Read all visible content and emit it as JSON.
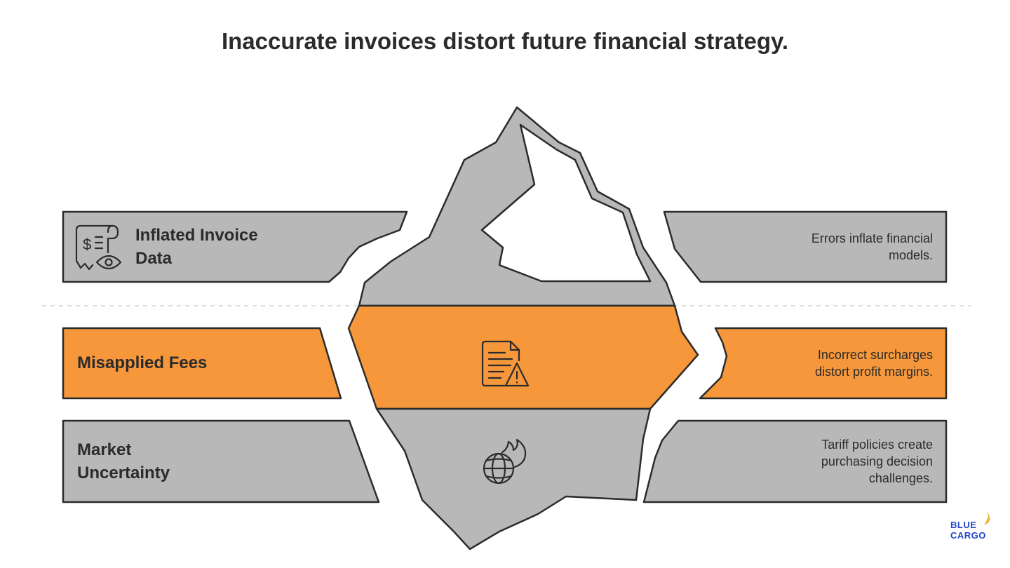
{
  "title": "Inaccurate invoices distort future financial strategy.",
  "colors": {
    "gray": "#b8b8b8",
    "orange": "#f5973a",
    "stroke": "#2b2b2b",
    "brand": "#2246c8",
    "brand_accent": "#f0b33c"
  },
  "layers": [
    {
      "label_lines": [
        "Inflated Invoice",
        "Data"
      ],
      "description_lines": [
        "Errors inflate financial",
        "models."
      ],
      "icon": "invoice-eye-icon",
      "highlight": false
    },
    {
      "label_lines": [
        "Misapplied Fees"
      ],
      "description_lines": [
        "Incorrect surcharges",
        "distort profit margins."
      ],
      "icon": "document-warning-icon",
      "highlight": true
    },
    {
      "label_lines": [
        "Market",
        "Uncertainty"
      ],
      "description_lines": [
        "Tariff policies create",
        "purchasing decision",
        "challenges."
      ],
      "icon": "globe-fire-icon",
      "highlight": false
    }
  ],
  "brand": {
    "line1": "BLUE",
    "line2": "CARGO"
  }
}
